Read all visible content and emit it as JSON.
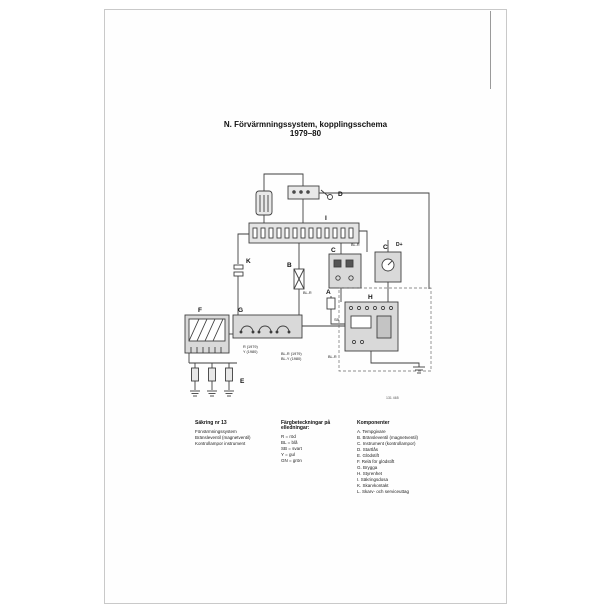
{
  "page": {
    "title_line1": "N. Förvärmningssystem, kopplingsschema",
    "title_line2": "1979–80"
  },
  "diagram": {
    "component_labels": {
      "a": "A",
      "b": "B",
      "c_mid": "C",
      "c_right": "C",
      "d": "D",
      "e": "E",
      "f": "F",
      "g": "G",
      "h": "H",
      "i": "I",
      "k": "K",
      "d_plus": "D+"
    },
    "wire_labels": {
      "top_right": "BL-R",
      "mid": "BL-R",
      "sensor": "SB",
      "g_left_1": "R (1979)",
      "g_left_2": "Y (1980)",
      "g_mid_1": "BL-R (1979)",
      "g_mid_2": "BL-Y (1980)",
      "h_bottom": "BL-R",
      "fig_no": "131 465"
    }
  },
  "legend": {
    "fuse": {
      "title": "Säkring nr 13",
      "items": [
        "Förvärmningssystem",
        "Bränsleventil (magnetventil)",
        "Kontrollampor instrument"
      ]
    },
    "colors": {
      "title": "Färgbeteckningar på elledningar:",
      "items": [
        "R = röd",
        "BL = blå",
        "SB = svart",
        "Y = gul",
        "GN = grön"
      ]
    },
    "components": {
      "title": "Komponenter",
      "items": [
        "A. Tempgivare",
        "B. Bränsleventil (magnetventil)",
        "C. Instrument (kontrollampor)",
        "D. Startlås",
        "E. Glödstift",
        "F. Relä för glödstift",
        "G. Brygga",
        "H. Styrenhet",
        "I. Säkringsdosa",
        "K. Skarvkontakt",
        "L. Skarv- och serviceuttag"
      ]
    }
  }
}
